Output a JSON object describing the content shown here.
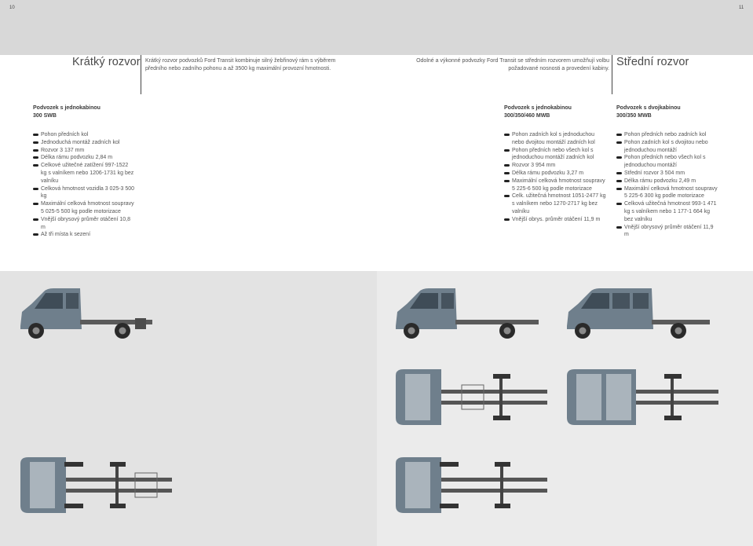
{
  "pages": {
    "left": "10",
    "right": "11"
  },
  "left": {
    "title": "Krátký rozvor",
    "intro": "Krátký rozvor podvozků Ford Transit kombinuje silný žebřinový rám s výběrem předního nebo zadního pohonu a až 3500 kg maximální provozní hmotnosti.",
    "column": {
      "heading_line1": "Podvozek s jednokabinou",
      "heading_line2": "300 SWB",
      "items": [
        "Pohon předních kol",
        "Jednoduchá montáž zadních kol",
        "Rozvor 3 137 mm",
        "Délka rámu podvozku 2,84 m",
        "Celkové užitečné zatížení 997-1522 kg s valníkem nebo 1206-1731 kg bez valníku",
        "Celková hmotnost vozidla 3 025-3 500 kg",
        "Maximální celková hmotnost soupravy 5 025-5 500 kg podle motorizace",
        "Vnější obrysový průměr otáčení 10,8 m",
        "Až tři místa k sezení"
      ]
    }
  },
  "right": {
    "title": "Střední rozvor",
    "intro": "Odolné a výkonné podvozky Ford Transit se středním rozvorem umožňují volbu požadované nosnosti a provedení kabiny.",
    "columns": [
      {
        "heading_line1": "Podvozek s jednokabinou",
        "heading_line2": "300/350/460 MWB",
        "items": [
          "Pohon zadních kol s jednoduchou nebo dvojitou montáží zadních kol",
          "Pohon předních nebo všech kol s jednoduchou montáží zadních kol",
          "Rozvor 3 954 mm",
          "Délka rámu podvozku 3,27 m",
          "Maximální celková hmotnost soupravy 5 225-6 500 kg podle motorizace",
          "Celk. užitečná hmotnost 1051-2477 kg s valníkem nebo 1270-2717 kg bez valníku",
          "Vnější obrys. průměr otáčení 11,9 m"
        ]
      },
      {
        "heading_line1": "Podvozek s dvojkabinou",
        "heading_line2": "300/350 MWB",
        "items": [
          "Pohon předních nebo zadních kol",
          "Pohon zadních kol s dvojitou nebo jednoduchou montáží",
          "Pohon předních nebo všech kol s jednoduchou montáží",
          "Střední rozvor 3 504 mm",
          "Délka rámu podvozku 2,49 m",
          "Maximální celková hmotnost soupravy 5 225-6 300 kg podle motorizace",
          "Celková užitečná hmotnost 993-1 471 kg s valníkem nebo 1 177-1 664 kg bez valníku",
          "Vnější obrysový průměr otáčení 11,9 m"
        ]
      }
    ]
  },
  "colors": {
    "topband": "#d8d8d8",
    "photo_bg": "#e3e3e3",
    "van_body": "#6f7f8c",
    "bullet": "#222222"
  },
  "icons": {
    "bullet": "pill-bullet-icon"
  }
}
